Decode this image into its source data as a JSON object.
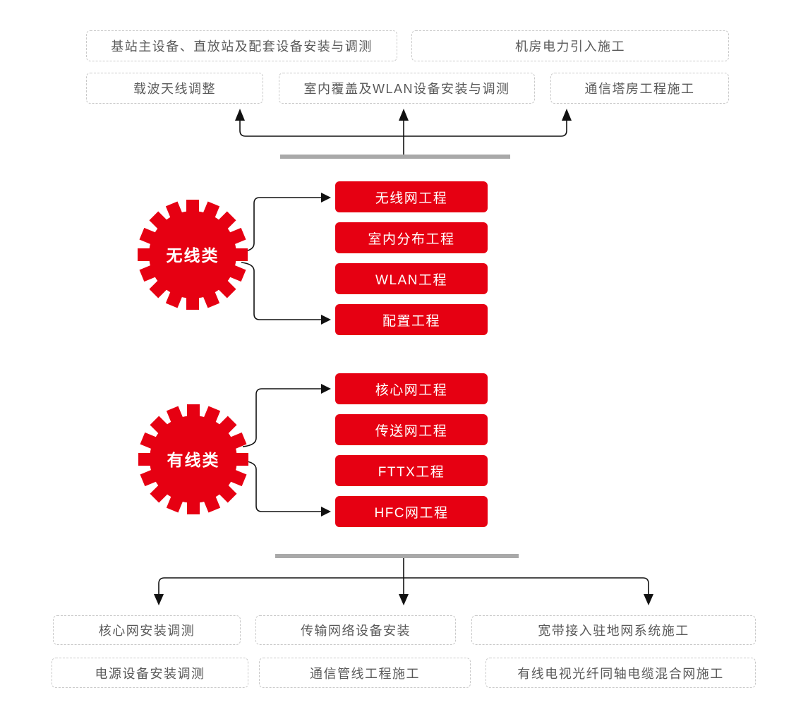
{
  "colors": {
    "red": "#e60012",
    "gray_bar": "#a9a9a9",
    "line": "#111111",
    "dashed_border": "#c9c9c9",
    "text_gray": "#595959"
  },
  "top": {
    "row1": [
      "基站主设备、直放站及配套设备安装与调测",
      "机房电力引入施工"
    ],
    "row2": [
      "载波天线调整",
      "室内覆盖及WLAN设备安装与调测",
      "通信塔房工程施工"
    ]
  },
  "groups": [
    {
      "gear": "无线类",
      "boxes": [
        "无线网工程",
        "室内分布工程",
        "WLAN工程",
        "配置工程"
      ]
    },
    {
      "gear": "有线类",
      "boxes": [
        "核心网工程",
        "传送网工程",
        "FTTX工程",
        "HFC网工程"
      ]
    }
  ],
  "bottom": {
    "row1": [
      "核心网安装调测",
      "传输网络设备安装",
      "宽带接入驻地网系统施工"
    ],
    "row2": [
      "电源设备安装调测",
      "通信管线工程施工",
      "有线电视光纤同轴电缆混合网施工"
    ]
  }
}
